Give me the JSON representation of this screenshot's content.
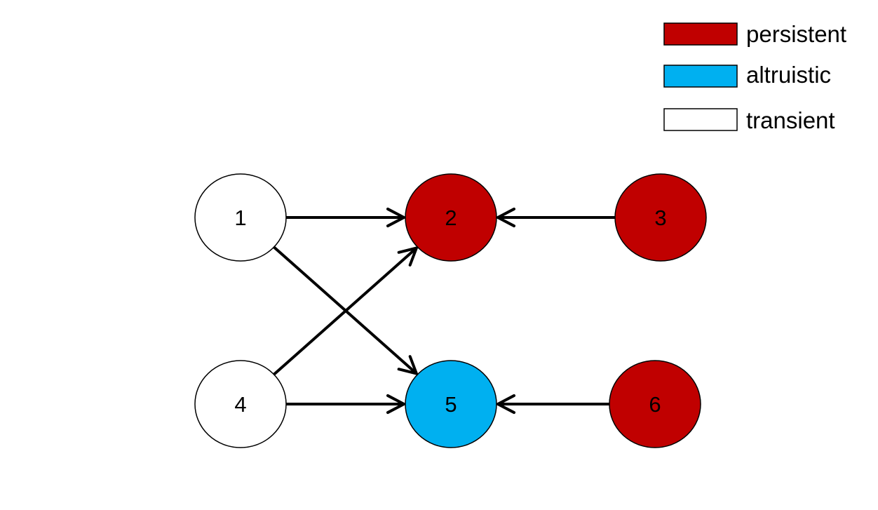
{
  "legend": {
    "items": [
      {
        "label": "persistent",
        "color": "#C00000"
      },
      {
        "label": "altruistic",
        "color": "#00B0F0"
      },
      {
        "label": "transient",
        "color": "#FFFFFF"
      }
    ]
  },
  "graph": {
    "nodes": [
      {
        "id": "1",
        "label": "1",
        "type": "transient"
      },
      {
        "id": "2",
        "label": "2",
        "type": "persistent"
      },
      {
        "id": "3",
        "label": "3",
        "type": "persistent"
      },
      {
        "id": "4",
        "label": "4",
        "type": "transient"
      },
      {
        "id": "5",
        "label": "5",
        "type": "altruistic"
      },
      {
        "id": "6",
        "label": "6",
        "type": "persistent"
      }
    ],
    "edges": [
      {
        "from": "1",
        "to": "2"
      },
      {
        "from": "3",
        "to": "2"
      },
      {
        "from": "1",
        "to": "5"
      },
      {
        "from": "4",
        "to": "2"
      },
      {
        "from": "4",
        "to": "5"
      },
      {
        "from": "6",
        "to": "5"
      }
    ]
  }
}
